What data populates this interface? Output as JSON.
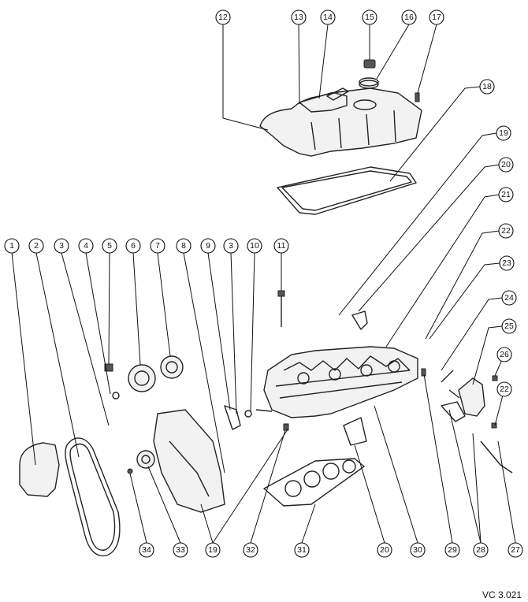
{
  "reference_code": "VC 3.021",
  "callouts": [
    "1",
    "2",
    "3",
    "4",
    "5",
    "6",
    "7",
    "8",
    "9",
    "3",
    "10",
    "11",
    "12",
    "13",
    "14",
    "15",
    "16",
    "17",
    "18",
    "19",
    "20",
    "21",
    "22",
    "23",
    "24",
    "25",
    "26",
    "22",
    "27",
    "28",
    "29",
    "30",
    "20",
    "31",
    "32",
    "19",
    "33",
    "34"
  ]
}
